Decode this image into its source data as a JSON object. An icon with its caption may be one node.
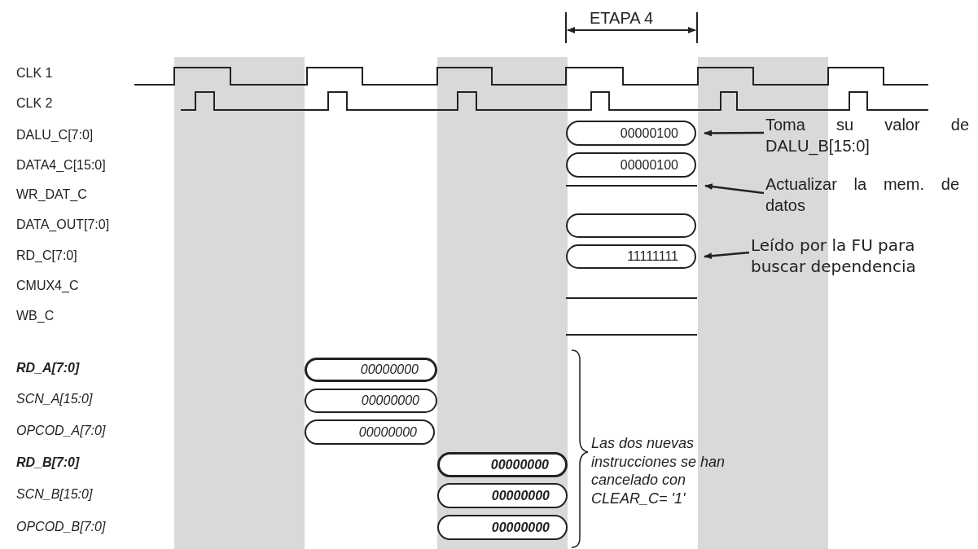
{
  "diagram": {
    "nodes": [
      {
        "text": [
          "00000100"
        ]
      },
      {
        "text": [
          "00000100"
        ]
      },
      {
        "text": [],
        "shape": "bar"
      },
      {
        "text": [],
        "shape": "box"
      },
      {
        "text": [
          "11111111"
        ]
      },
      {
        "text": [
          "00000000"
        ]
      },
      {
        "text": [
          "00000000"
        ]
      },
      {
        "text": [
          "00000000"
        ]
      },
      {
        "text": [
          "00000000"
        ]
      },
      {
        "text": [
          "00000000"
        ]
      },
      {
        "text": [
          "00000000"
        ]
      },
      {
        "text": [
          "Toma su valor de DALU_B[15:0]"
        ]
      },
      {
        "text": [
          "Actualizar la mem. de datos"
        ]
      },
      {
        "text": [
          "Leído por la FU para buscar dependencia"
        ]
      },
      {
        "text": [],
        "shape": "bar"
      },
      {
        "text": [],
        "shape": "bar"
      }
    ],
    "edges": [
      {
        "from": 11,
        "to": 0,
        "arrow": "to"
      },
      {
        "from": 12,
        "to": 2,
        "arrow": "to"
      },
      {
        "from": 13,
        "to": 4,
        "arrow": "to"
      }
    ],
    "labels": [
      "ETAPA 4",
      "CLK 1",
      "CLK 2",
      "DALU_C[7:0]",
      "DATA4_C[15:0]",
      "WR_DAT_C",
      "DATA_OUT[7:0]",
      "RD_C[7:0]",
      "CMUX4_C",
      "WB_C",
      "RD_A[7:0]",
      "SCN_A[15:0]",
      "OPCOD_A[7:0]",
      "RD_B[7:0]",
      "SCN_B[15:0]",
      "OPCOD_B[7:0]",
      "Las dos nuevas instrucciones se han cancelado con CLEAR_C= '1'"
    ]
  }
}
